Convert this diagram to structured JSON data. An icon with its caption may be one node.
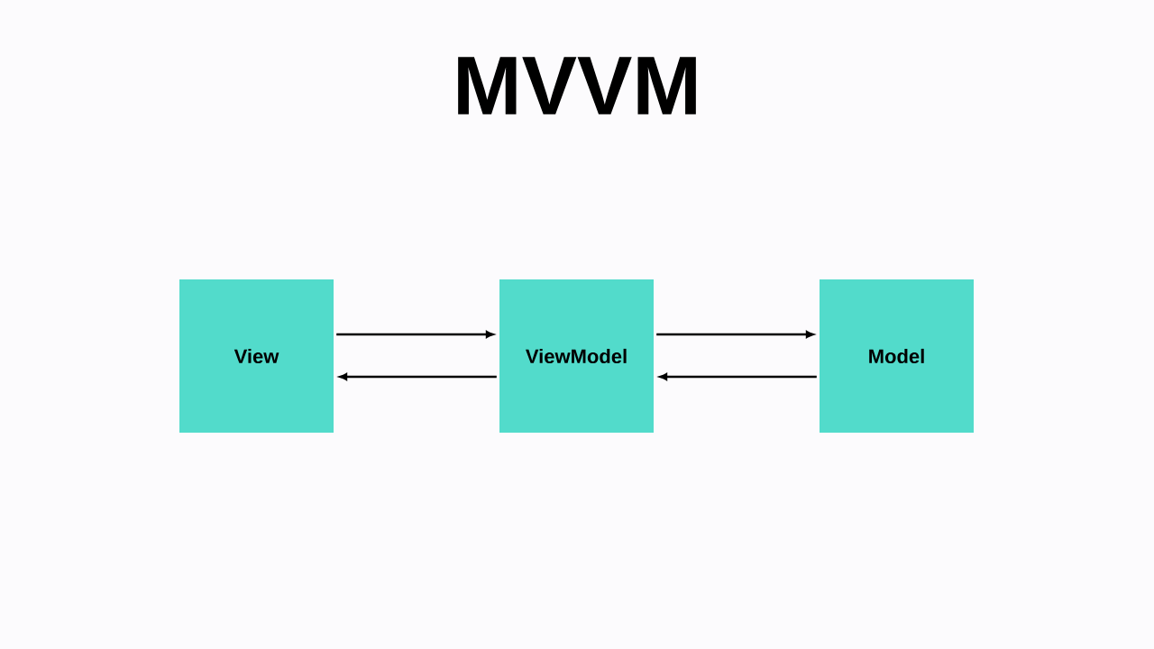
{
  "diagram": {
    "title": "MVVM",
    "nodes": [
      {
        "text": [
          "View"
        ]
      },
      {
        "text": [
          "ViewModel"
        ]
      },
      {
        "text": [
          "Model"
        ]
      }
    ],
    "edges": [
      {
        "from": 0,
        "to": 1,
        "arrow": "to"
      },
      {
        "from": 1,
        "to": 0,
        "arrow": "to"
      },
      {
        "from": 1,
        "to": 2,
        "arrow": "to"
      },
      {
        "from": 2,
        "to": 1,
        "arrow": "to"
      }
    ]
  }
}
